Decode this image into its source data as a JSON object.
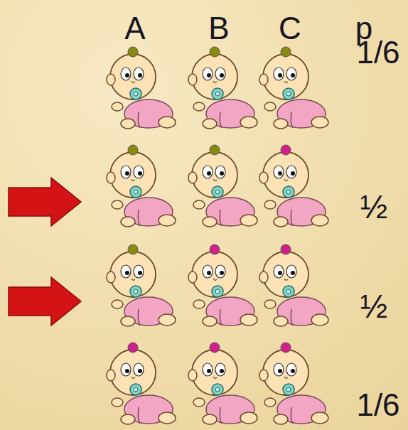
{
  "diagram": {
    "labels": [
      "A",
      "B",
      "C",
      "p",
      "1/6",
      "½",
      "½",
      "1/6"
    ]
  }
}
